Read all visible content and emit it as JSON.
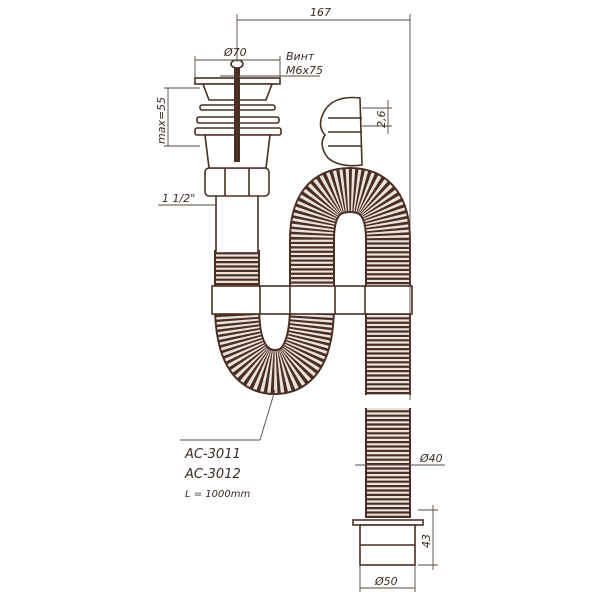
{
  "drawing": {
    "overall_width": "167",
    "strainer_diameter": "Ø70",
    "screw_label": "Винт",
    "screw_size": "M6x75",
    "max_height": "max=55",
    "rib_pitch": "2,6",
    "thread_size": "1 1/2\"",
    "models": [
      "AC-3011",
      "AC-3012"
    ],
    "length": "L = 1000mm",
    "hose_diameter": "Ø40",
    "outlet_height": "43",
    "outlet_diameter": "Ø50"
  },
  "colors": {
    "line": "#4a2f25",
    "tube_fill": "#ece3de",
    "dimension": "#5a463e"
  }
}
